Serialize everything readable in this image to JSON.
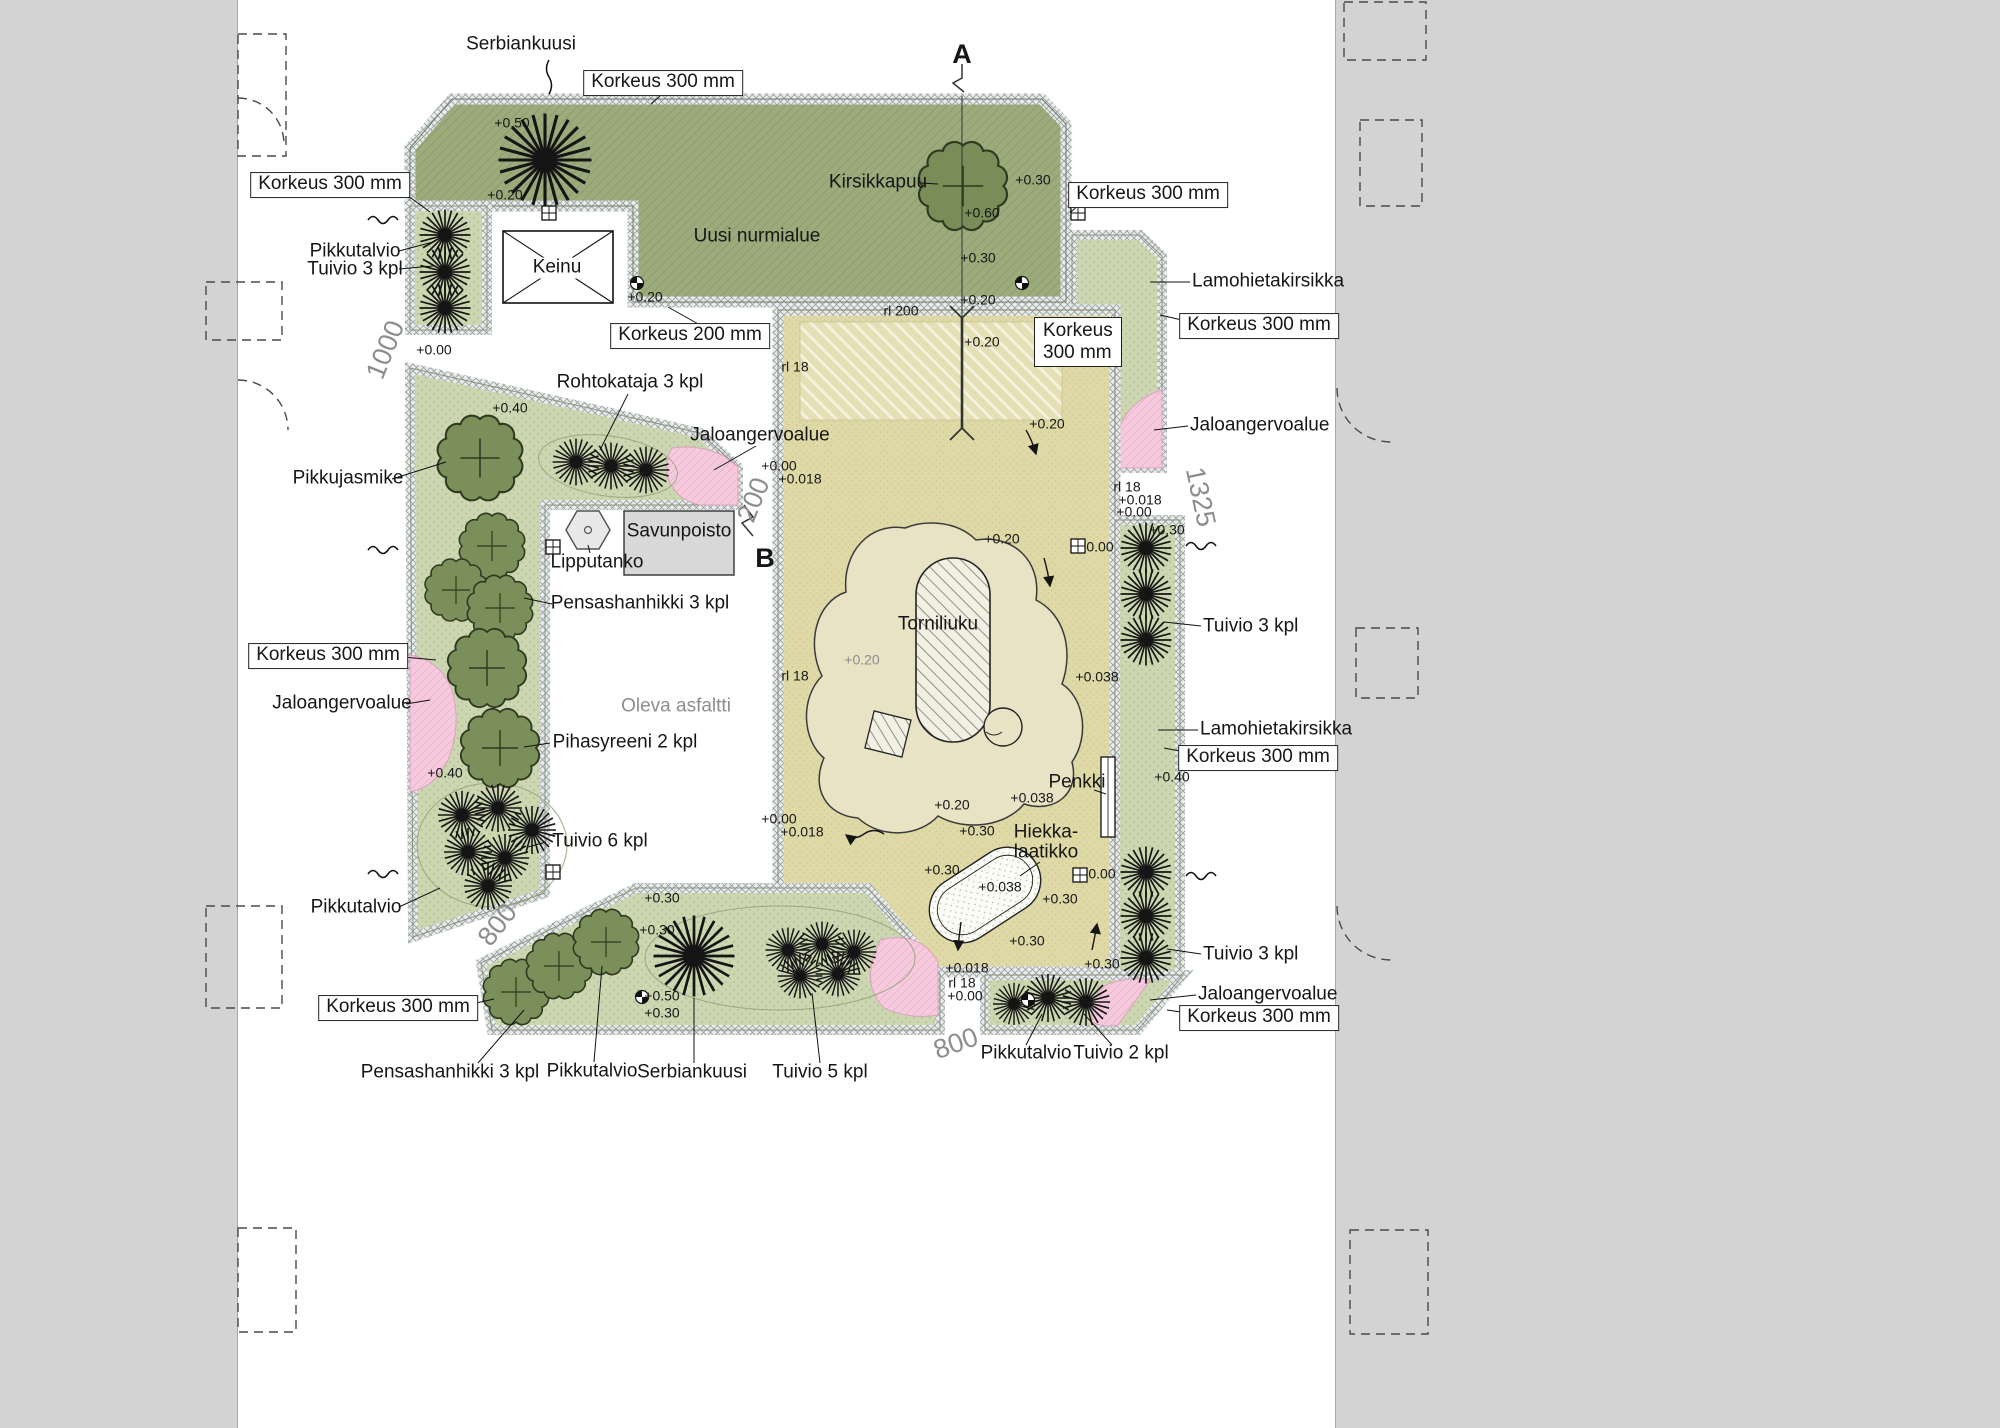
{
  "plan": {
    "plants": {
      "serbiankuusi": "Serbiankuusi",
      "kirsikkapuu": "Kirsikkapuu",
      "pikkutalvio": "Pikkutalvio",
      "tuivio3": "Tuivio 3 kpl",
      "tuivio6": "Tuivio 6 kpl",
      "tuivio5": "Tuivio 5 kpl",
      "tuivio2": "Tuivio 2 kpl",
      "rohtokataja3": "Rohtokataja 3 kpl",
      "pikkujasmike": "Pikkujasmike",
      "pensashanhikki3": "Pensashanhikki 3 kpl",
      "pihasyreeni2": "Pihasyreeni 2 kpl",
      "lamohietakirsikka": "Lamohietakirsikka",
      "jaloangervoalue": "Jaloangervoalue"
    },
    "features": {
      "uusi_nurmialue": "Uusi nurmialue",
      "keinu": "Keinu",
      "savunpoisto": "Savunpoisto",
      "lipputanko": "Lipputanko",
      "torniliuku": "Torniliuku",
      "oleva_asfaltti": "Oleva asfaltti",
      "penkki": "Penkki",
      "hiekka_line1": "Hiekka-",
      "hiekka_line2": "laatikko"
    },
    "heights": {
      "korkeus300": "Korkeus 300 mm",
      "korkeus200": "Korkeus 200 mm",
      "korkeus_word": "Korkeus",
      "mm300": "300 mm"
    },
    "elevations": {
      "p000": "+0.00",
      "p018": "+0.018",
      "p020": "+0.20",
      "p030": "+0.30",
      "p038": "+0.038",
      "p040": "+0.40",
      "p050": "+0.50",
      "p060": "+0.60",
      "z000": "0.00",
      "rl18": "rl 18",
      "rl200": "rl 200"
    },
    "dimensions": {
      "d1000": "1000",
      "d1325": "1325",
      "d200": "200",
      "d800": "800"
    },
    "sections": {
      "a": "A",
      "b": "B"
    }
  }
}
